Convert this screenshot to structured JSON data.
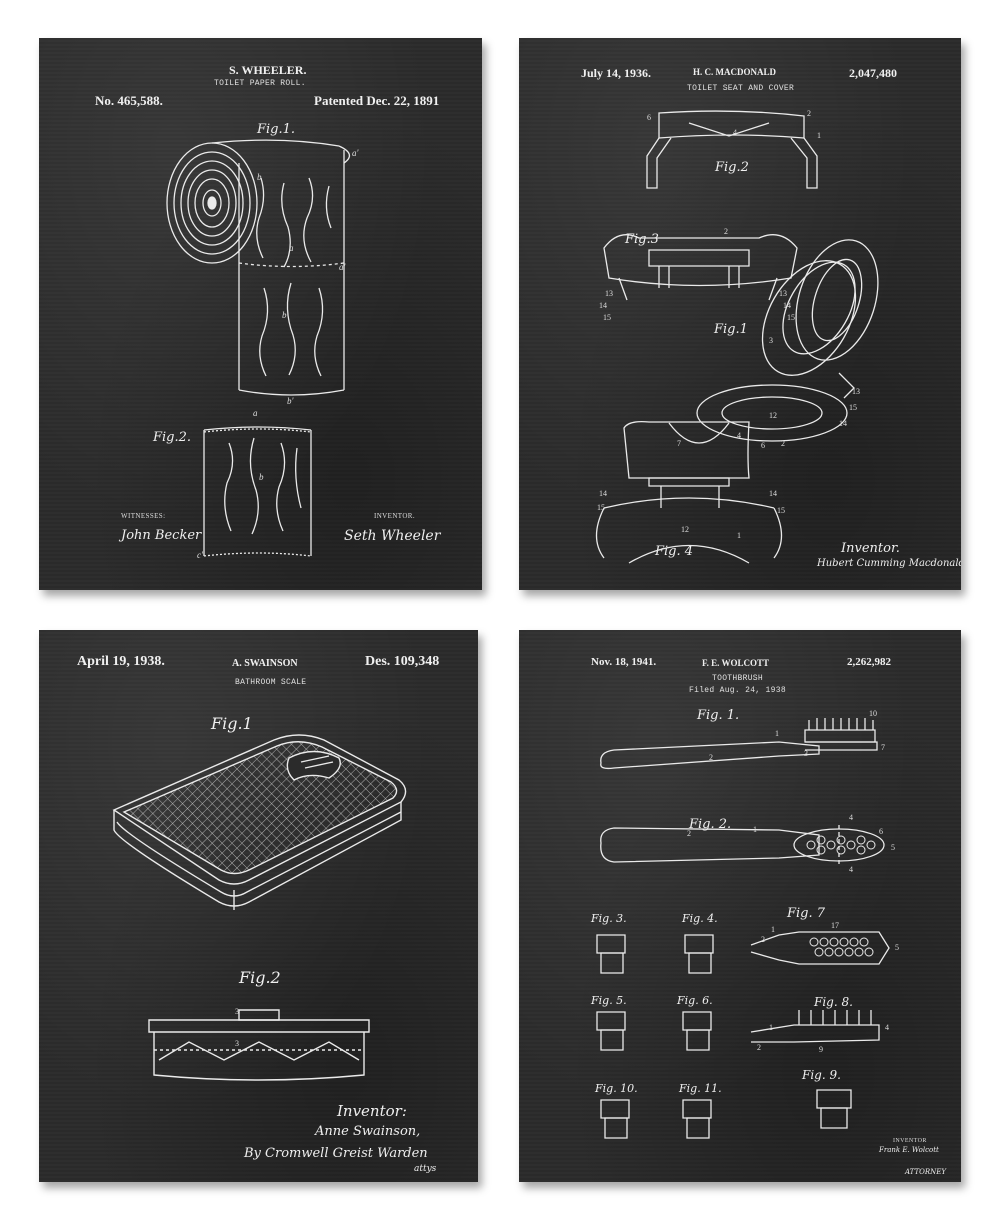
{
  "posters": [
    {
      "number": "No. 465,588.",
      "inventor_name": "S. WHEELER.",
      "title": "TOILET PAPER ROLL.",
      "date": "Patented Dec. 22, 1891",
      "figures": [
        "Fig.1.",
        "Fig.2."
      ],
      "witnesses_label": "WITNESSES:",
      "inventor_label": "INVENTOR.",
      "witness_signature": "John Becker",
      "inventor_signature": "Seth Wheeler"
    },
    {
      "date": "July 14, 1936.",
      "inventor_name": "H. C. MACDONALD",
      "number": "2,047,480",
      "title": "TOILET SEAT AND COVER",
      "figures": [
        "Fig.2",
        "Fig.3",
        "Fig.1",
        "Fig. 4"
      ],
      "inventor_label": "Inventor.",
      "inventor_signature": "Hubert Cumming Macdonald"
    },
    {
      "date": "April 19, 1938.",
      "inventor_name": "A. SWAINSON",
      "number": "Des. 109,348",
      "title": "BATHROOM SCALE",
      "figures": [
        "Fig.1",
        "Fig.2"
      ],
      "inventor_label": "Inventor:",
      "inventor_signature": "Anne Swainson,",
      "attorney_signature": "By Cromwell Greist Warden",
      "attorney_label": "attys"
    },
    {
      "date": "Nov. 18, 1941.",
      "inventor_name": "F. E. WOLCOTT",
      "number": "2,262,982",
      "title": "TOOTHBRUSH",
      "filed": "Filed Aug. 24, 1938",
      "figures": [
        "Fig. 1.",
        "Fig. 2.",
        "Fig. 3.",
        "Fig. 4.",
        "Fig. 7",
        "Fig. 5.",
        "Fig. 6.",
        "Fig. 8.",
        "Fig. 10.",
        "Fig. 11.",
        "Fig. 9."
      ],
      "inventor_label": "INVENTOR",
      "inventor_signature": "Frank E. Wolcott",
      "attorney_label": "ATTORNEY"
    }
  ]
}
